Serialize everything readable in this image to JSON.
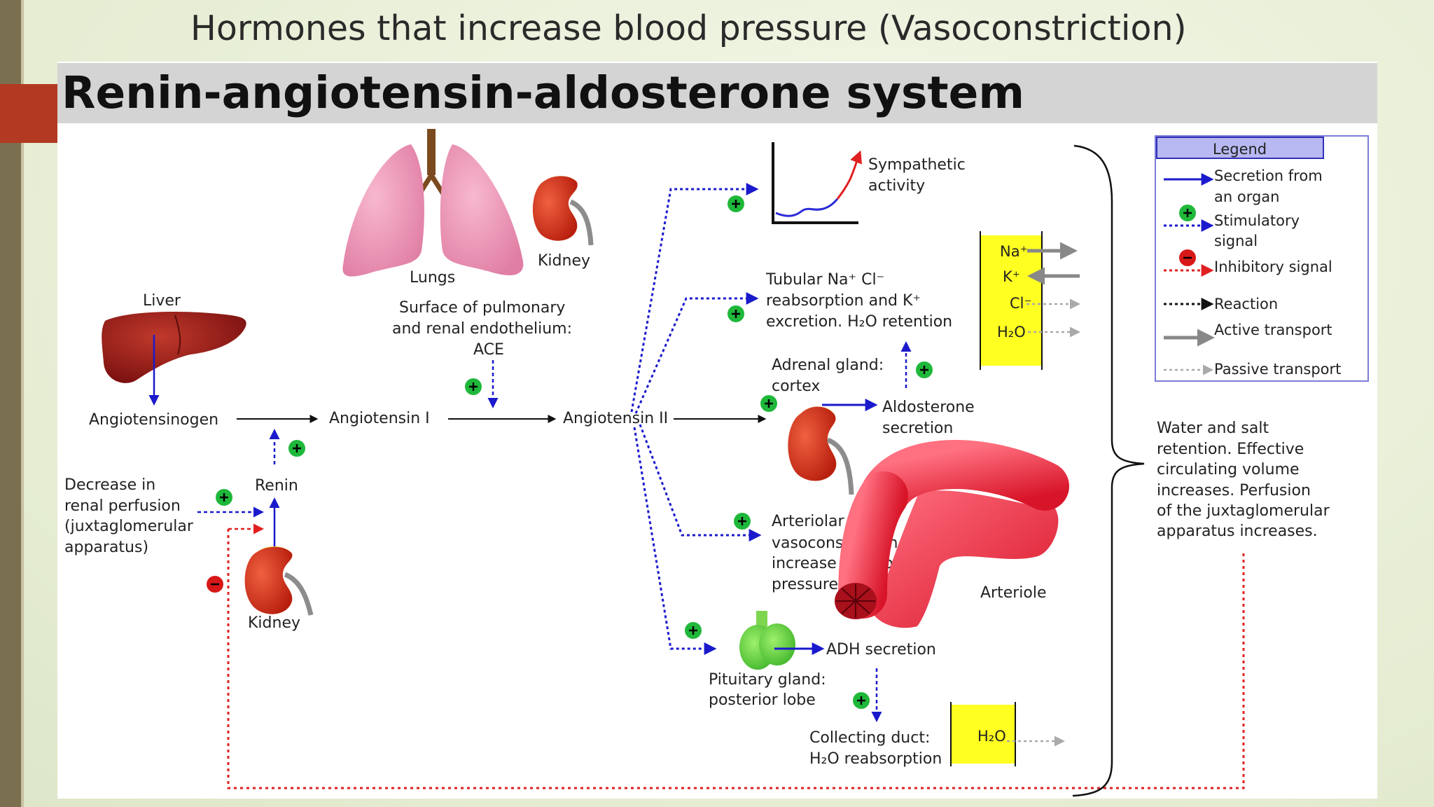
{
  "slide": {
    "title": "Hormones that increase blood pressure (Vasoconstriction)"
  },
  "diagram": {
    "header": "Renin-angiotensin-aldosterone system",
    "organs": {
      "liver": "Liver",
      "lungs": "Lungs",
      "kidney_top": "Kidney",
      "kidney_bottom": "Kidney",
      "arteriole": "Arteriole"
    },
    "labels": {
      "ace_line1": "Surface of pulmonary",
      "ace_line2": "and renal endothelium:",
      "ace_line3": "ACE",
      "angiotensinogen": "Angiotensinogen",
      "angiotensin1": "Angiotensin I",
      "angiotensin2": "Angiotensin II",
      "renin": "Renin",
      "decrease_line1": "Decrease in",
      "decrease_line2": "renal perfusion",
      "decrease_line3": "(juxtaglomerular",
      "decrease_line4": "apparatus)",
      "sympathetic_line1": "Sympathetic",
      "sympathetic_line2": "activity",
      "tubular_line1": "Tubular Na⁺ Cl⁻",
      "tubular_line2": "reabsorption and K⁺",
      "tubular_line3": "excretion. H₂O retention",
      "adrenal_line1": "Adrenal gland:",
      "adrenal_line2": "cortex",
      "aldosterone_line1": "Aldosterone",
      "aldosterone_line2": "secretion",
      "arteriolar_line1": "Arteriolar",
      "arteriolar_line2": "vasoconstriction,",
      "arteriolar_line3": "increase in blood",
      "arteriolar_line4": "pressure",
      "adh": "ADH secretion",
      "pituitary_line1": "Pituitary gland:",
      "pituitary_line2": "posterior lobe",
      "collecting_line1": "Collecting duct:",
      "collecting_line2": "H₂O reabsorption",
      "result_line1": "Water and salt",
      "result_line2": "retention. Effective",
      "result_line3": "circulating volume",
      "result_line4": "increases. Perfusion",
      "result_line5": "of the juxtaglomerular",
      "result_line6": "apparatus increases."
    },
    "ions": {
      "na": "Na⁺",
      "k": "K⁺",
      "cl": "Cl⁻",
      "h2o": "H₂O",
      "h2o_duct": "H₂O"
    },
    "legend": {
      "title": "Legend",
      "secretion_line1": "Secretion from",
      "secretion_line2": "an organ",
      "stimulatory_line1": "Stimulatory",
      "stimulatory_line2": "signal",
      "inhibitory": "Inhibitory signal",
      "reaction": "Reaction",
      "active": "Active transport",
      "passive": "Passive transport"
    },
    "colors": {
      "secretion": "#1a1acc",
      "stimulatory": "#1a1acc",
      "inhibitory": "#e02020",
      "plus_badge": "#1fb83a",
      "minus_badge": "#d81818",
      "ion_box": "#ffff22",
      "header_bg": "#d4d4d4",
      "slide_accent": "#b33a22"
    }
  }
}
